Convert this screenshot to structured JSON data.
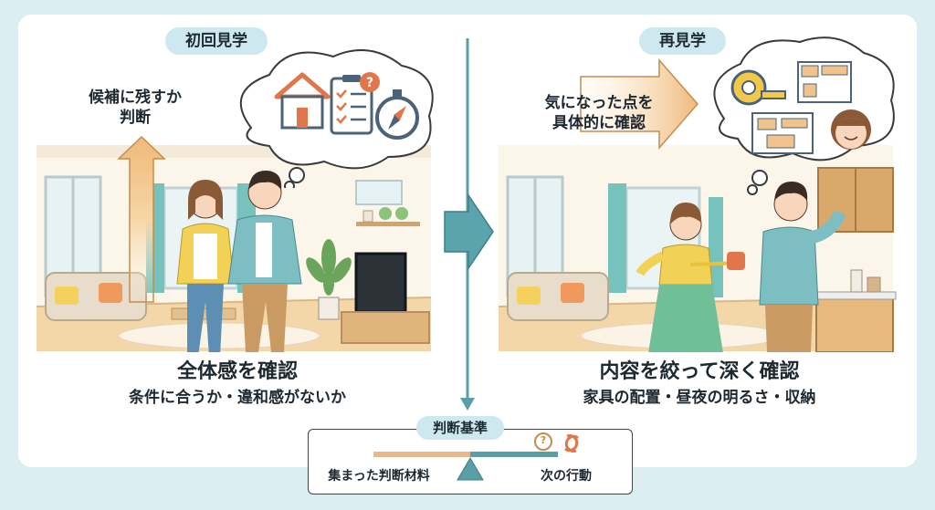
{
  "first_visit": {
    "badge": "初回見学",
    "arrow_label_line1": "候補に残すか",
    "arrow_label_line2": "判断",
    "caption_title": "全体感を確認",
    "caption_sub": "条件に合うか・違和感がないか"
  },
  "second_visit": {
    "badge": "再見学",
    "arrow_label_line1": "気になった点を",
    "arrow_label_line2": "具体的に確認",
    "caption_title": "内容を絞って深く確認",
    "caption_sub": "家具の配置・昼夜の明るさ・収納"
  },
  "criteria": {
    "title": "判断基準",
    "left_label": "集まった判断材料",
    "right_label": "次の行動",
    "question_mark": "?"
  },
  "colors": {
    "background": "#dceef2",
    "badge": "#cde9ef",
    "teal": "#5a9ea6",
    "orange_arrow": "#f2c48d",
    "beam_left": "#e8b98a",
    "beam_right": "#5a9ea6"
  },
  "icons": [
    "house-icon",
    "checklist-icon",
    "question-badge-icon",
    "compass-icon",
    "tape-measure-icon",
    "floor-plan-icon",
    "furniture-layout-icon",
    "woman-avatar-icon",
    "cycle-icon"
  ]
}
